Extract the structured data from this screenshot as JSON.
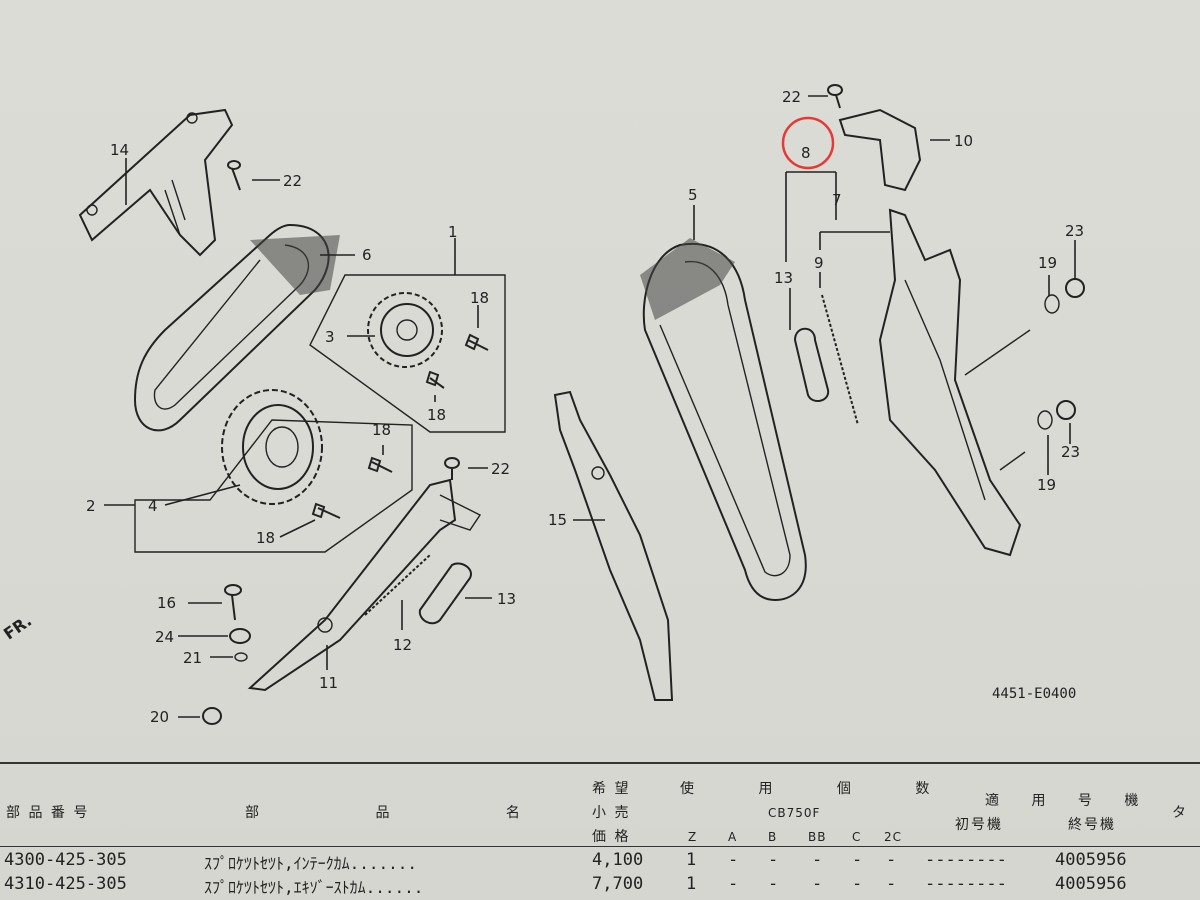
{
  "diagram": {
    "code": "4451-E0400",
    "fr_mark": "FR.",
    "callouts": [
      "1",
      "2",
      "3",
      "4",
      "5",
      "6",
      "7",
      "8",
      "9",
      "10",
      "11",
      "12",
      "13",
      "13",
      "14",
      "15",
      "16",
      "18",
      "18",
      "18",
      "18",
      "19",
      "19",
      "20",
      "21",
      "22",
      "22",
      "22",
      "23",
      "23",
      "24"
    ],
    "highlight_color": "#e53935"
  },
  "table": {
    "header": {
      "part_no": "部 品 番 号",
      "part_name": "部 品 名",
      "desired_price_l1": "希 望",
      "desired_price_l2": "小 売",
      "desired_price_l3": "価 格",
      "usage": "使 用 個 数",
      "model": "CB750F",
      "cols": [
        "Z",
        "A",
        "B",
        "BB",
        "C",
        "2C"
      ],
      "applicable": "適 用 号 機",
      "first_no": "初号機",
      "last_no": "終号機",
      "extra": "タ"
    },
    "rows": [
      {
        "part_no": "4300-425-305",
        "name": "ｽﾌﾟﾛｹﾂﾄｾﾂﾄ,ｲﾝﾃｰｸｶﾑ.......",
        "price": "4,100",
        "qty": "1",
        "cols": [
          "-",
          "-",
          "-",
          "-",
          "-"
        ],
        "first": "--------",
        "last": "4005956"
      },
      {
        "part_no": "4310-425-305",
        "name": "ｽﾌﾟﾛｹﾂﾄｾﾂﾄ,ｴｷｿﾞｰｽﾄｶﾑ......",
        "price": "7,700",
        "qty": "1",
        "cols": [
          "-",
          "-",
          "-",
          "-",
          "-"
        ],
        "first": "--------",
        "last": "4005956"
      }
    ]
  }
}
